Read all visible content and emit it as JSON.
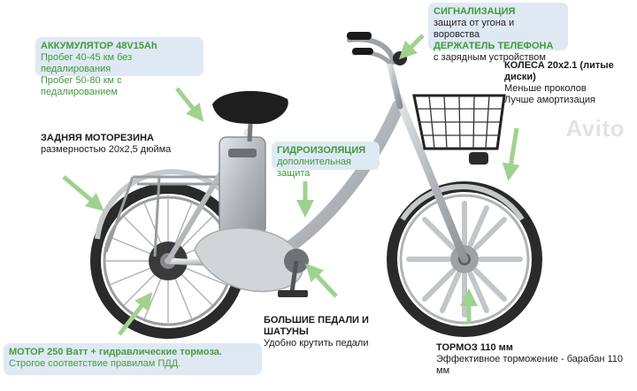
{
  "signal": {
    "title": "СИГНАЛИЗАЦИЯ",
    "line1": "защита от угона и воровства",
    "title2": "ДЕРЖАТЕЛЬ ТЕЛЕФОНА",
    "line2": "с зарядным устройством"
  },
  "battery": {
    "title": "АККУМУЛЯТОР 48V15Ah",
    "line1": "Пробег 40-45 км без педалирования",
    "line2": "Пробег 50-80 км с педалированием"
  },
  "wheels": {
    "title": "КОЛЕСА 20x2.1 (литые диски)",
    "line1": "Меньше проколов",
    "line2": "Лучше амортизация"
  },
  "rear_tire": {
    "title": "ЗАДНЯЯ МОТОРЕЗИНА",
    "line1": "размерностью 20x2,5 дюйма"
  },
  "waterproof": {
    "title": "ГИДРОИЗОЛЯЦИЯ",
    "line1": "дополнительная защита"
  },
  "pedals": {
    "title": "БОЛЬШИЕ ПЕДАЛИ И ШАТУНЫ",
    "line1": "Удобно крутить педали"
  },
  "motor": {
    "title": "МОТОР 250 Ватт + гидравлические тормоза.",
    "line1": "Строгое соответствие правилам ПДД."
  },
  "brake": {
    "title": "ТОРМОЗ 110 мм",
    "line1": "Эффективное торможение - барабан 110 мм"
  },
  "watermark": "Avito",
  "colors": {
    "accent_green": "#3f9a3a",
    "box_bg": "#dfe9f4",
    "arrow_green": "#9fd28f",
    "frame_silver": "#b8bcc0"
  }
}
